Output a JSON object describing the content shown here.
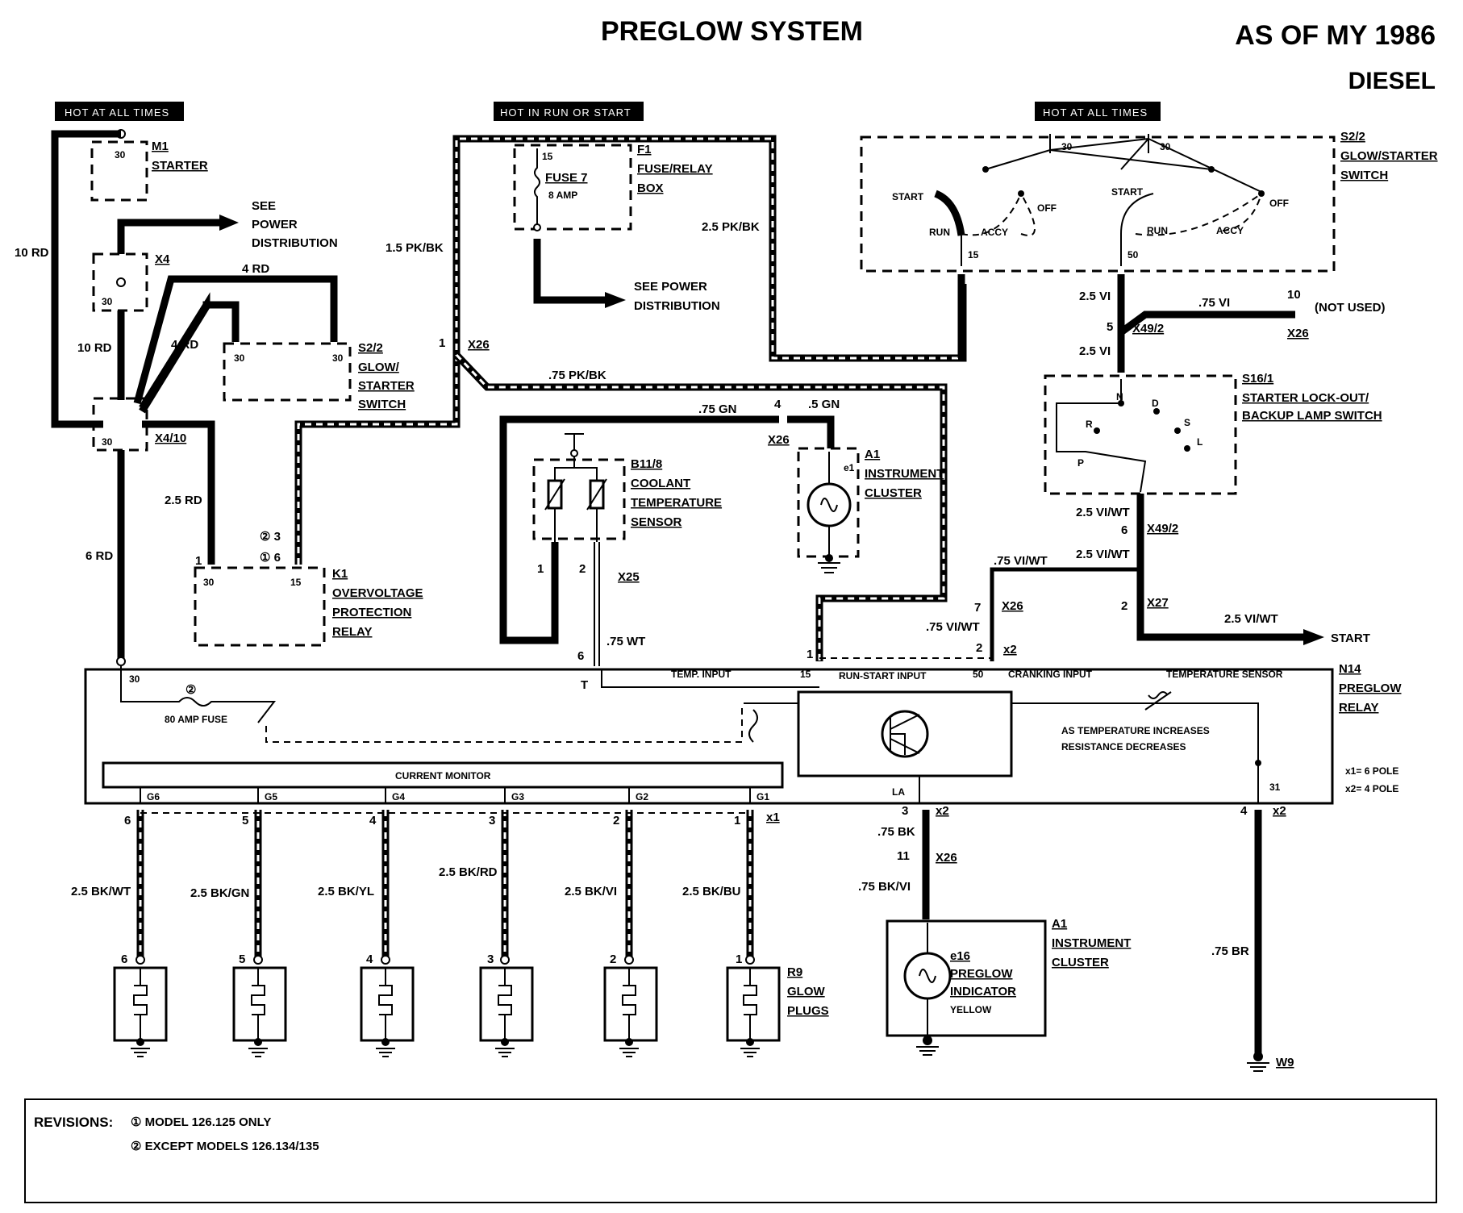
{
  "header": {
    "title": "PREGLOW SYSTEM",
    "model_year": "AS OF MY 1986",
    "engine": "DIESEL"
  },
  "supply_labels": {
    "hot_left": "HOT AT ALL TIMES",
    "hot_run": "HOT IN RUN OR START",
    "hot_right": "HOT AT ALL TIMES"
  },
  "components": {
    "m1": {
      "id": "M1",
      "name": "STARTER",
      "pin": "30"
    },
    "see_power_1": [
      "SEE",
      "POWER",
      "DISTRIBUTION"
    ],
    "x4": {
      "id": "X4",
      "pin": "30"
    },
    "s22_left": {
      "id": "S2/2",
      "name1": "GLOW/",
      "name2": "STARTER",
      "name3": "SWITCH",
      "pin_a": "30",
      "pin_b": "30"
    },
    "x410": {
      "id": "X4/10",
      "pin": "30"
    },
    "f1": {
      "id": "F1",
      "name1": "FUSE/RELAY",
      "name2": "BOX",
      "pin": "15",
      "fuse": "FUSE 7",
      "amp": "8 AMP"
    },
    "see_power_2": [
      "SEE POWER",
      "DISTRIBUTION"
    ],
    "s22_right": {
      "id": "S2/2",
      "name1": "GLOW/STARTER",
      "name2": "SWITCH",
      "pin30a": "30",
      "pin30b": "30",
      "start": "START",
      "off": "OFF",
      "run": "RUN",
      "accy": "ACCY",
      "pin15": "15",
      "pin50": "50"
    },
    "k1": {
      "id": "K1",
      "name1": "OVERVOLTAGE",
      "name2": "PROTECTION",
      "name3": "RELAY",
      "pin30": "30",
      "pin15": "15",
      "pin1": "1",
      "rev2": "② 3",
      "rev1": "① 6"
    },
    "x26_top": {
      "id": "X26",
      "pin": "1"
    },
    "b118": {
      "id": "B11/8",
      "name1": "COOLANT",
      "name2": "TEMPERATURE",
      "name3": "SENSOR"
    },
    "x26_gn": {
      "id": "X26",
      "pin": "4"
    },
    "a1_top": {
      "id": "A1",
      "name1": "INSTRUMENT",
      "name2": "CLUSTER",
      "lamp": "e1"
    },
    "x25": {
      "id": "X25",
      "pin1": "1",
      "pin2": "2"
    },
    "x492_top": {
      "id": "X49/2",
      "pin": "5"
    },
    "x26_notused": {
      "id": "X26",
      "pin": "10",
      "note": "(NOT USED)"
    },
    "s161": {
      "id": "S16/1",
      "name1": "STARTER LOCK-OUT/",
      "name2": "BACKUP LAMP SWITCH",
      "r": "R",
      "n": "N",
      "d": "D",
      "s": "S",
      "l": "L",
      "p": "P"
    },
    "x492_bottom": {
      "id": "X49/2",
      "pin": "6"
    },
    "x27": {
      "id": "X27",
      "pin": "2"
    },
    "x26_mid": {
      "id": "X26",
      "pin": "7"
    },
    "x2_mid": {
      "id": "x2",
      "pin": "2"
    },
    "start_arrow": "START",
    "n14": {
      "id": "N14",
      "name1": "PREGLOW",
      "name2": "RELAY",
      "pin30": "30",
      "fuse_ref": "②",
      "fuse": "80 AMP FUSE",
      "temp_input": "TEMP. INPUT",
      "run_start_input": "RUN-START INPUT",
      "cranking_input": "CRANKING INPUT",
      "temp_sensor": "TEMPERATURE SENSOR",
      "note1": "AS TEMPERATURE INCREASES",
      "note2": "RESISTANCE DECREASES",
      "current_monitor": "CURRENT MONITOR",
      "pin15": "15",
      "pin50": "50",
      "pinT": "T",
      "pin6": "6",
      "pin1": "1",
      "pinLA": "LA",
      "pin31": "31",
      "x1": "x1= 6 POLE",
      "x2": "x2= 4 POLE"
    },
    "g_outputs": [
      "G6",
      "G5",
      "G4",
      "G3",
      "G2",
      "G1"
    ],
    "x1_label": "x1",
    "glow_pins": [
      "6",
      "5",
      "4",
      "3",
      "2",
      "1"
    ],
    "glow_wires": [
      "2.5 BK/WT",
      "2.5 BK/GN",
      "2.5 BK/YL",
      "2.5 BK/RD",
      "2.5 BK/VI",
      "2.5 BK/BU"
    ],
    "r9": {
      "id": "R9",
      "name1": "GLOW",
      "name2": "PLUGS"
    },
    "la_conn": {
      "pin": "3",
      "x2": "x2",
      "x26": "X26",
      "x26pin": "11"
    },
    "a1_bottom": {
      "id": "A1",
      "name1": "INSTRUMENT",
      "name2": "CLUSTER",
      "lamp": "e16",
      "lamp1": "PREGLOW",
      "lamp2": "INDICATOR",
      "color": "YELLOW"
    },
    "w9": {
      "id": "W9",
      "pin": "4",
      "x2": "x2"
    }
  },
  "wires": {
    "rd10_a": "10 RD",
    "rd10_b": "10 RD",
    "rd4_a": "4 RD",
    "rd4_b": "4 RD",
    "rd25": "2.5 RD",
    "rd6": "6 RD",
    "pkbk15": "1.5 PK/BK",
    "pkbk25": "2.5 PK/BK",
    "pkbk75": ".75 PK/BK",
    "gn75": ".75 GN",
    "gn5": ".5 GN",
    "wt75": ".75 WT",
    "vi25_a": "2.5 VI",
    "vi75": ".75 VI",
    "vi25_b": "2.5 VI",
    "viwt25_a": "2.5 VI/WT",
    "viwt25_b": "2.5 VI/WT",
    "viwt75_a": ".75 VI/WT",
    "viwt75_b": ".75 VI/WT",
    "viwt25_c": "2.5 VI/WT",
    "bk75": ".75 BK",
    "bkvi75": ".75 BK/VI",
    "br75": ".75 BR"
  },
  "revisions": {
    "title": "REVISIONS:",
    "line1": "① MODEL 126.125 ONLY",
    "line2": "② EXCEPT MODELS 126.134/135"
  }
}
